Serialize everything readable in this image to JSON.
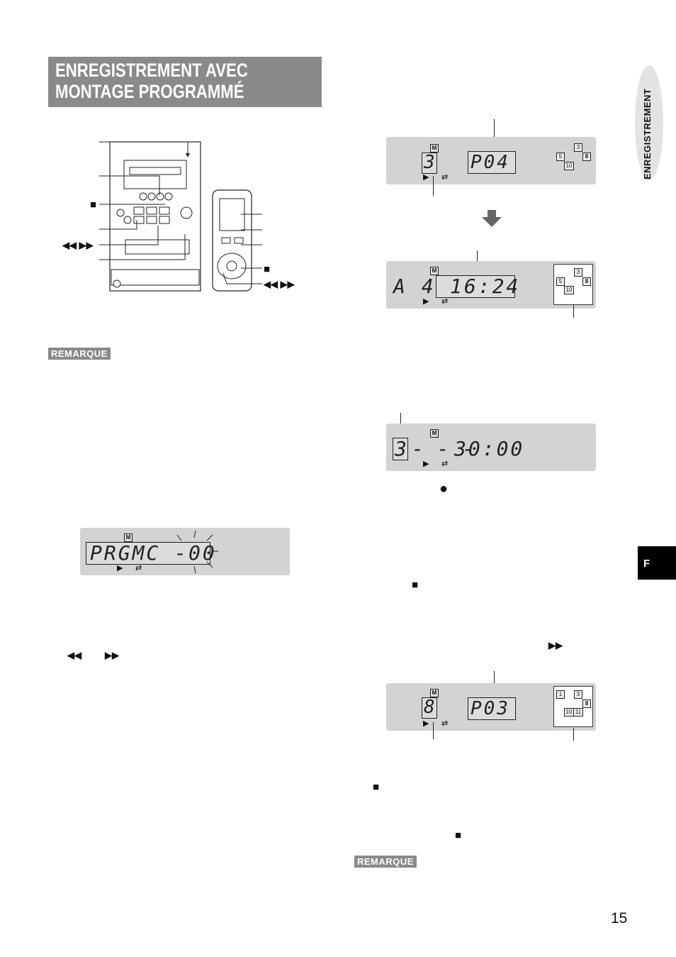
{
  "page": {
    "title_line1": "ENREGISTREMENT AVEC",
    "title_line2": "MONTAGE PROGRAMMÉ",
    "remark_label_1": "REMARQUE",
    "remark_label_2": "REMARQUE",
    "side_section": "ENREGISTREMENT",
    "side_lang": "F",
    "page_number": "15"
  },
  "symbols": {
    "stop": "■",
    "rew_ff": "◀◀ ▶▶",
    "rew": "◀◀",
    "ff": "▶▶",
    "record_dot": "●",
    "play": "▶",
    "repeat": "⇄",
    "m": "M"
  },
  "displays": {
    "d1": {
      "track": "3",
      "main": "P04",
      "boxes": [
        "3",
        "5",
        "8",
        "10"
      ]
    },
    "d2": {
      "track": "A 4",
      "main": "16:24",
      "boxes": [
        "3",
        "5",
        "8",
        "10"
      ]
    },
    "d3": {
      "track": "3",
      "main": "30:00"
    },
    "d4": {
      "main": "PRGMC -00"
    },
    "d5": {
      "track": "8",
      "main": "P03",
      "boxes": [
        "1",
        "3",
        "8",
        "10",
        "11"
      ]
    }
  }
}
